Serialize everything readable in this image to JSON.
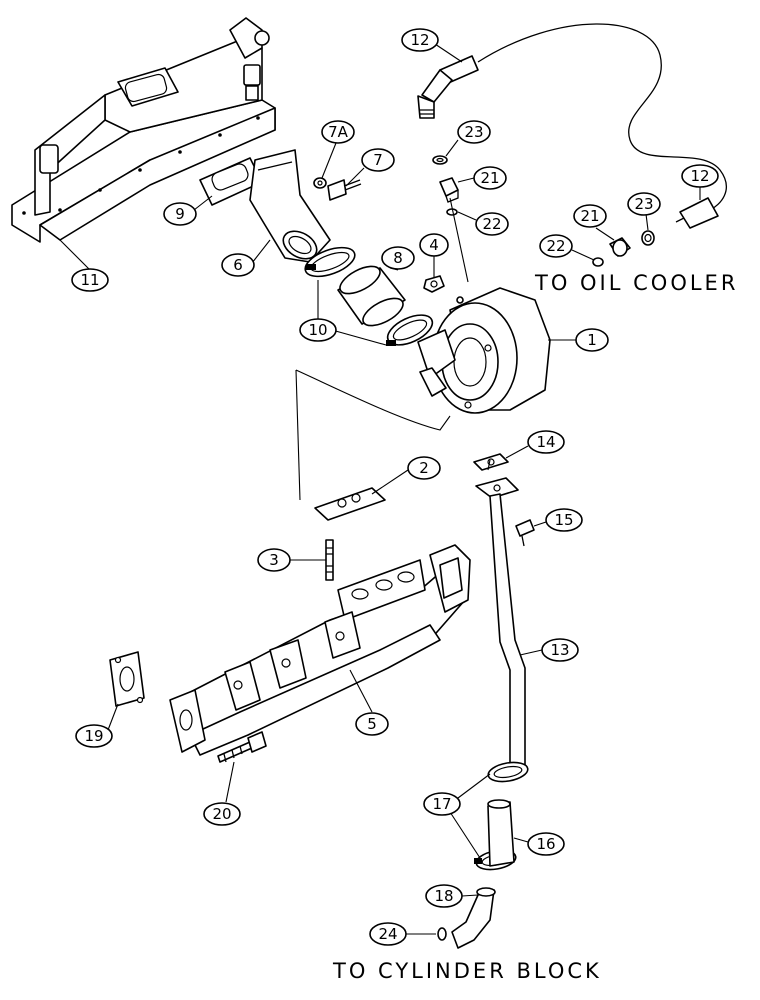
{
  "notes": {
    "oil_cooler": "TO OIL COOLER",
    "cylinder_block": "TO CYLINDER BLOCK"
  },
  "callouts": [
    "1",
    "2",
    "3",
    "4",
    "5",
    "6",
    "7",
    "7A",
    "8",
    "9",
    "10",
    "11",
    "12",
    "13",
    "14",
    "15",
    "16",
    "17",
    "18",
    "19",
    "20",
    "21",
    "22",
    "23",
    "24"
  ],
  "colors": {
    "line": "#000000",
    "background": "#ffffff"
  }
}
